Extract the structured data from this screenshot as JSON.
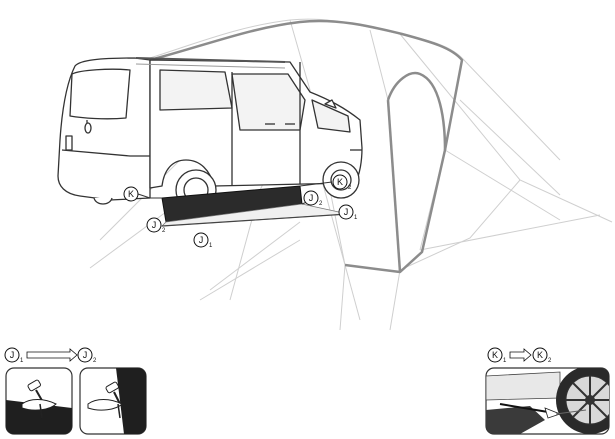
{
  "callouts": {
    "k_main": {
      "letter": "K",
      "sub": ""
    },
    "k_wheel": {
      "letter": "K",
      "sub": "2"
    },
    "j2_mid": {
      "letter": "J",
      "sub": "2"
    },
    "j1_right": {
      "letter": "J",
      "sub": "1"
    },
    "j2_left": {
      "letter": "J",
      "sub": "2"
    },
    "j1_bottom": {
      "letter": "J",
      "sub": "1"
    }
  },
  "steps": {
    "j_sequence": {
      "from_letter": "J",
      "from_sub": "1",
      "to_letter": "J",
      "to_sub": "2"
    },
    "k_sequence": {
      "from_letter": "K",
      "from_sub": "1",
      "to_letter": "K",
      "to_sub": "2"
    }
  },
  "icons": [
    "tent-van-illustration",
    "hammer-peg-icon",
    "peg-in-ground-icon",
    "van-wheel-detail-icon",
    "arrow-right-icon"
  ],
  "colors": {
    "line": "#333333",
    "tent_faint": "#cfcfcf",
    "tent_outline": "#8c8c8c",
    "groundsheet": "#2b2b2b"
  }
}
